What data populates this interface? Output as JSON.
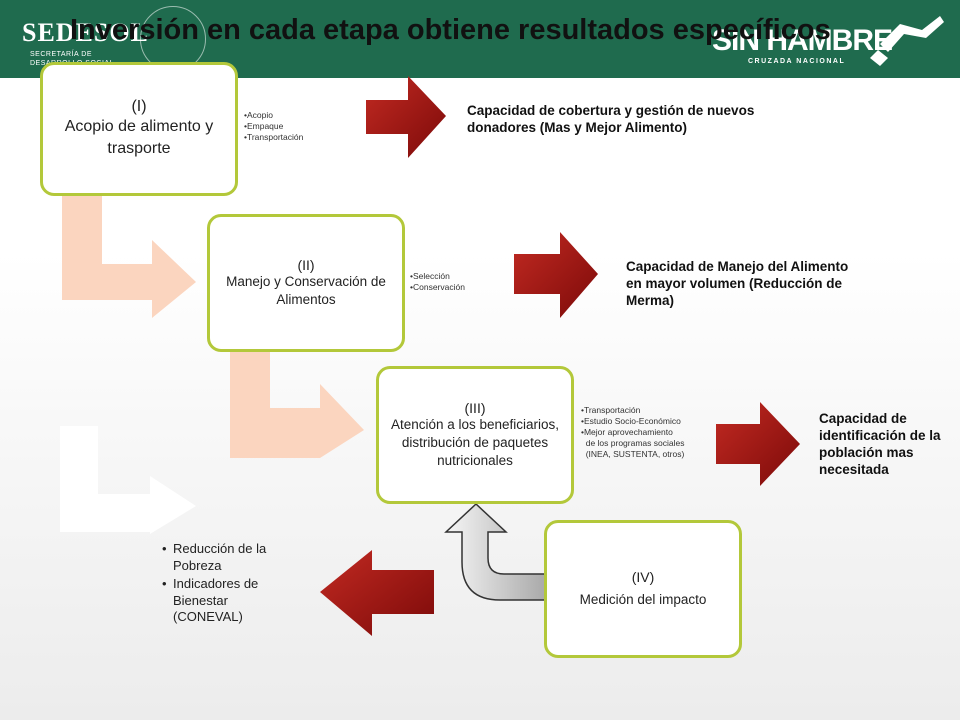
{
  "header": {
    "brand": "SEDESOL",
    "brand_subtitle": [
      "SECRETARÍA DE",
      "DESARROLLO SOCIAL"
    ],
    "campaign": "SIN HAMBRE",
    "campaign_subtitle": "CRUZADA NACIONAL",
    "header_color": "#1f6b4e"
  },
  "title": "Inversión en cada etapa obtiene resultados específicos",
  "stages": [
    {
      "num": "(I)",
      "name": "Acopio de alimento y trasporte",
      "bullets": [
        "•Acopio",
        "•Empaque",
        "•Transportación"
      ],
      "result": "Capacidad de cobertura y gestión de nuevos donadores (Mas y Mejor Alimento)"
    },
    {
      "num": "(II)",
      "name": "Manejo y Conservación de Alimentos",
      "bullets": [
        "•Selección",
        "•Conservación"
      ],
      "result": "Capacidad de Manejo del Alimento en mayor volumen (Reducción de Merma)"
    },
    {
      "num": "(III)",
      "name": "Atención a los beneficiarios, distribución de paquetes nutricionales",
      "bullets": [
        "•Transportación",
        "•Estudio Socio-Económico",
        "•Mejor aprovechamiento",
        "  de los programas sociales",
        "  (INEA, SUSTENTA, otros)"
      ],
      "result": "Capacidad de identificación de la población mas necesitada"
    },
    {
      "num": "(IV)",
      "name": "Medición del impacto"
    }
  ],
  "impact_results": [
    "Reducción de la Pobreza",
    "Indicadores de Bienestar (CONEVAL)"
  ],
  "colors": {
    "box_border": "#b3c83a",
    "arrow_red": "#a51412",
    "connector": "#fbd5bf"
  }
}
